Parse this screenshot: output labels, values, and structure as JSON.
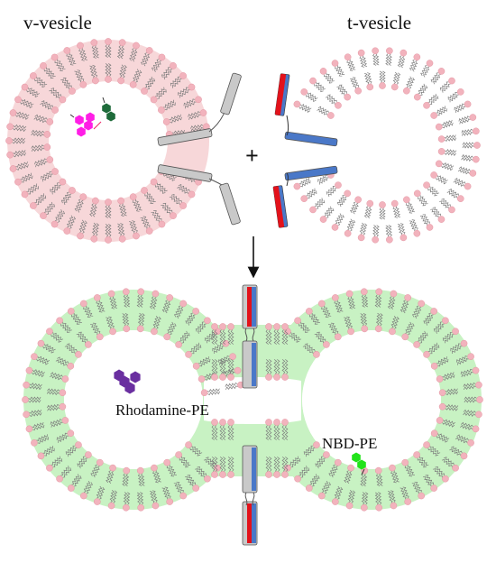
{
  "labels": {
    "v_vesicle": "v-vesicle",
    "t_vesicle": "t-vesicle",
    "plus": "+",
    "rhodamine": "Rhodamine-PE",
    "nbd": "NBD-PE"
  },
  "colors": {
    "head": "#f2b3bd",
    "head_stroke": "#e08a98",
    "tail": "#7a7a7a",
    "v_fill": "#f7d7d9",
    "fused_fill": "#c8f2c3",
    "protein_gray": "#c9c9c9",
    "protein_red": "#e3121b",
    "protein_blue": "#4a78c8",
    "rhodamine_magenta": "#ff1ee6",
    "rhodamine_purple": "#6a2fa0",
    "nbd_dark": "#1e6b3a",
    "nbd_bright": "#22e31a"
  },
  "icons": {
    "arrow": "arrow-down-icon",
    "dye": "hexagon-cluster-icon"
  }
}
